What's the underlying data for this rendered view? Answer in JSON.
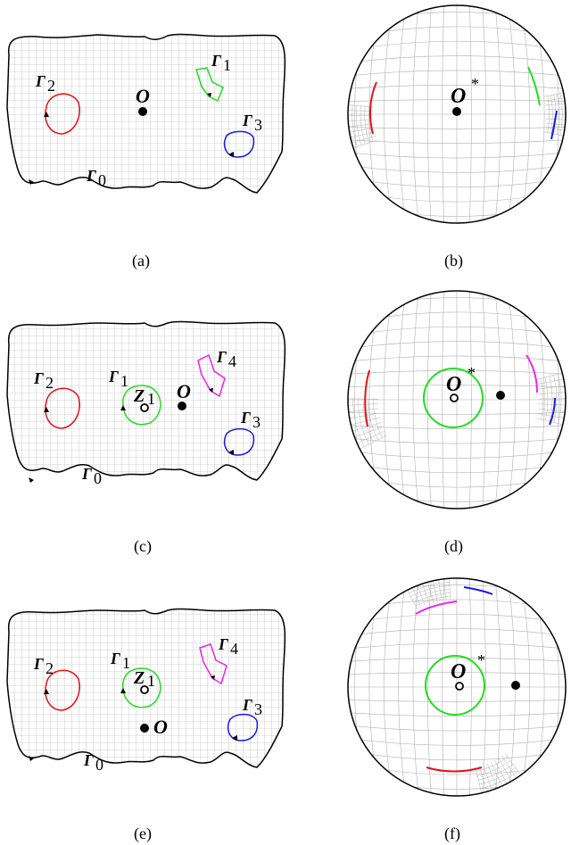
{
  "panels": {
    "a": {
      "caption": "(a)",
      "g0": "Γ",
      "g0s": "0",
      "g1": "Γ",
      "g1s": "1",
      "g2": "Γ",
      "g2s": "2",
      "g3": "Γ",
      "g3s": "3",
      "o": "O"
    },
    "b": {
      "caption": "(b)",
      "o": "O",
      "osup": "*"
    },
    "c": {
      "caption": "(c)",
      "g0": "Γ",
      "g0s": "0",
      "g1": "Γ",
      "g1s": "1",
      "g2": "Γ",
      "g2s": "2",
      "g3": "Γ",
      "g3s": "3",
      "g4": "Γ",
      "g4s": "4",
      "o": "O",
      "z": "Z",
      "zs": "1"
    },
    "d": {
      "caption": "(d)",
      "o": "O",
      "osup": "*"
    },
    "e": {
      "caption": "(e)",
      "g0": "Γ",
      "g0s": "0",
      "g1": "Γ",
      "g1s": "1",
      "g2": "Γ",
      "g2s": "2",
      "g3": "Γ",
      "g3s": "3",
      "g4": "Γ",
      "g4s": "4",
      "o": "O",
      "z": "Z",
      "zs": "1"
    },
    "f": {
      "caption": "(f)",
      "o": "O",
      "osup": "*"
    }
  },
  "colors": {
    "red": "#e8101a",
    "green": "#22dd22",
    "blue": "#1a1ae6",
    "magenta": "#ee22ee",
    "grid": "#9a9a9a",
    "outline": "#000000"
  }
}
